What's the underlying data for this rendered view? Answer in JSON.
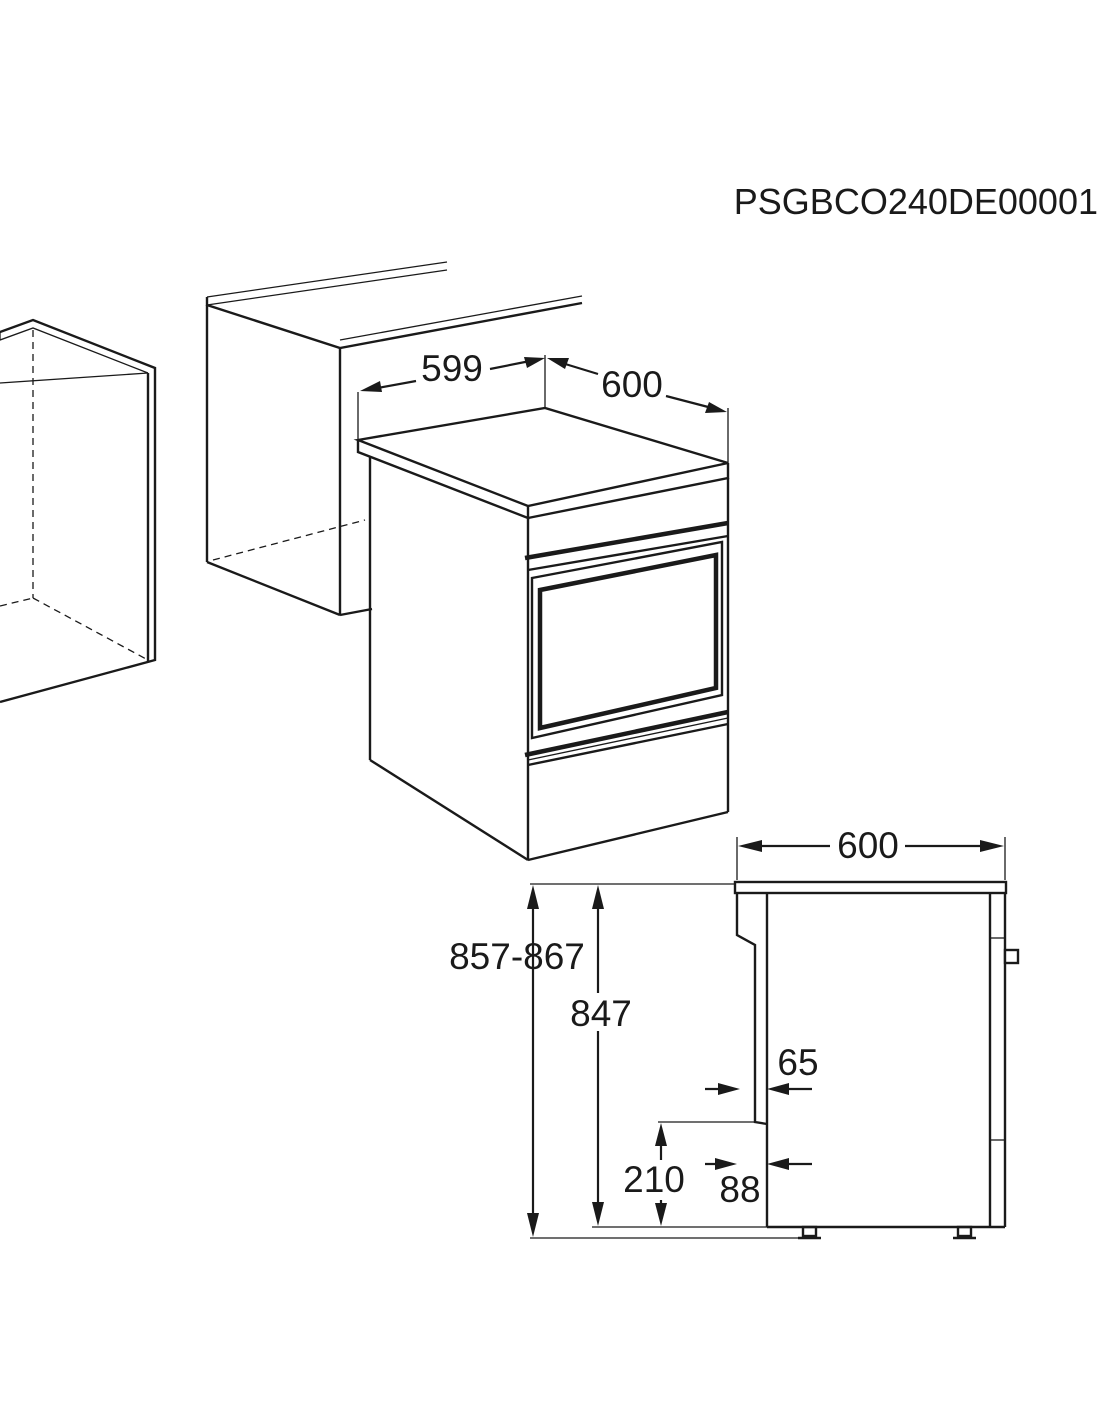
{
  "document_code": "PSGBCO240DE00001",
  "dimensions": {
    "top_width": "599",
    "top_depth": "600",
    "side_depth": "600",
    "overall_height_range": "857-867",
    "body_height": "847",
    "recess_depth": "65",
    "plinth_depth": "88",
    "plinth_height": "210"
  },
  "colors": {
    "ink": "#1a1a1a",
    "background": "#ffffff"
  }
}
